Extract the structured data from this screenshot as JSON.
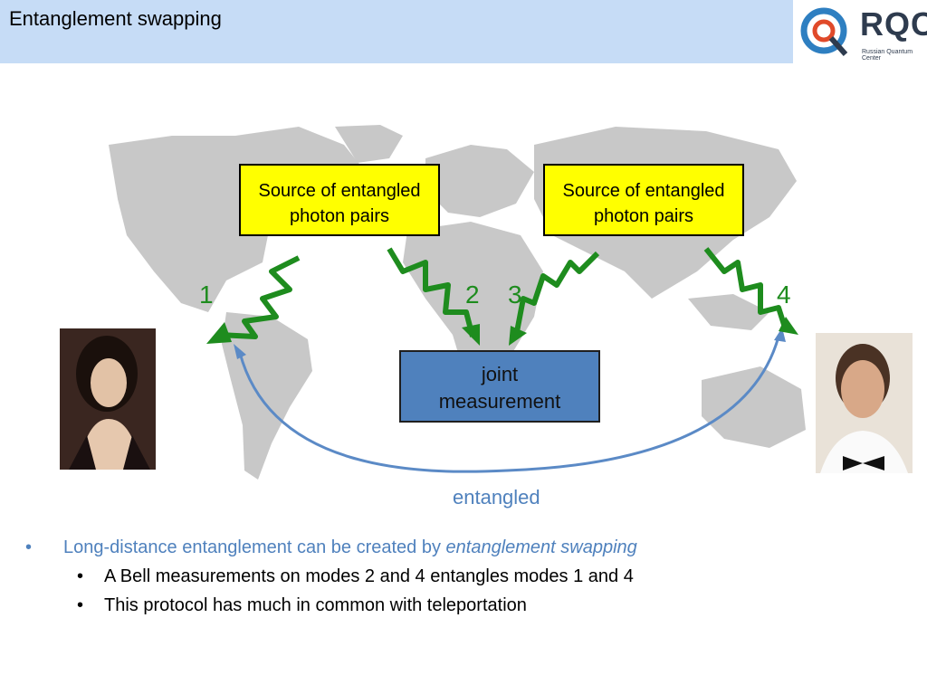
{
  "header": {
    "title": "Entanglement swapping"
  },
  "logo": {
    "text": "RQC",
    "subtitle": "Russian Quantum Center"
  },
  "diagram": {
    "source_left": "Source of entangled photon pairs",
    "source_right": "Source of entangled photon pairs",
    "source_line1": "Source of entangled",
    "source_line2": "photon pairs",
    "joint_line1": "joint",
    "joint_line2": "measurement",
    "mode1": "1",
    "mode2": "2",
    "mode3": "3",
    "mode4": "4",
    "entangled_label": "entangled",
    "colors": {
      "photon": "#1e8c1e",
      "box": "#ffff00",
      "joint": "#4f81bd",
      "arc": "#5b8ac6",
      "land": "#c8c8c8"
    }
  },
  "bullets": {
    "b1_prefix": "Long-distance entanglement can be created by ",
    "b1_em": "entanglement swapping",
    "b2": "A Bell measurements on modes 2 and 4 entangles modes 1 and 4",
    "b3": "This protocol has much in common with teleportation",
    "marker": "•"
  }
}
